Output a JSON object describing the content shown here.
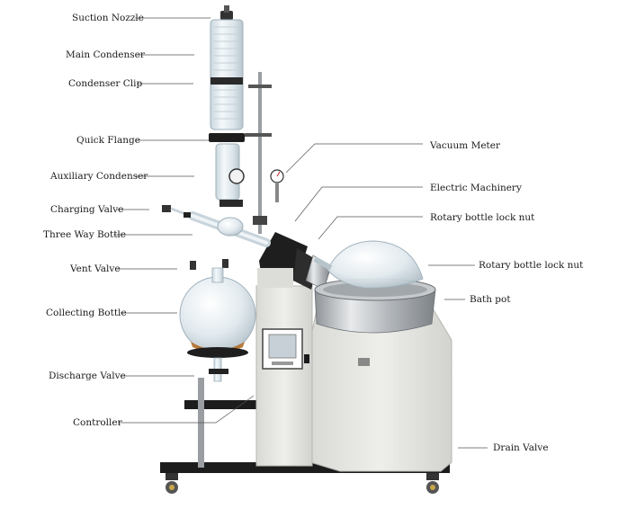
{
  "labels": {
    "suction_nozzle": "Suction Nozzle",
    "main_condenser": "Main Condenser",
    "condenser_clip": "Condenser Clip",
    "quick_flange": "Quick Flange",
    "auxiliary_condenser": "Auxiliary Condenser",
    "charging_valve": "Charging Valve",
    "three_way_bottle": "Three Way Bottle",
    "vent_valve": "Vent Valve",
    "collecting_bottle": "Collecting Bottle",
    "discharge_valve": "Discharge Valve",
    "controller": "Controller",
    "vacuum_meter": "Vacuum Meter",
    "electric_machinery": "Electric Machinery",
    "rotary_lock_nut_1": "Rotary bottle lock nut",
    "rotary_lock_nut_2": "Rotary bottle lock nut",
    "bath_pot": "Bath pot",
    "drain_valve": "Drain Valve"
  },
  "colors": {
    "housing": "#e6e6e2",
    "frame": "#1c1c1c",
    "glass": "#dfe8ee",
    "steel": "#b8bcc0",
    "amber": "#b0661e"
  }
}
